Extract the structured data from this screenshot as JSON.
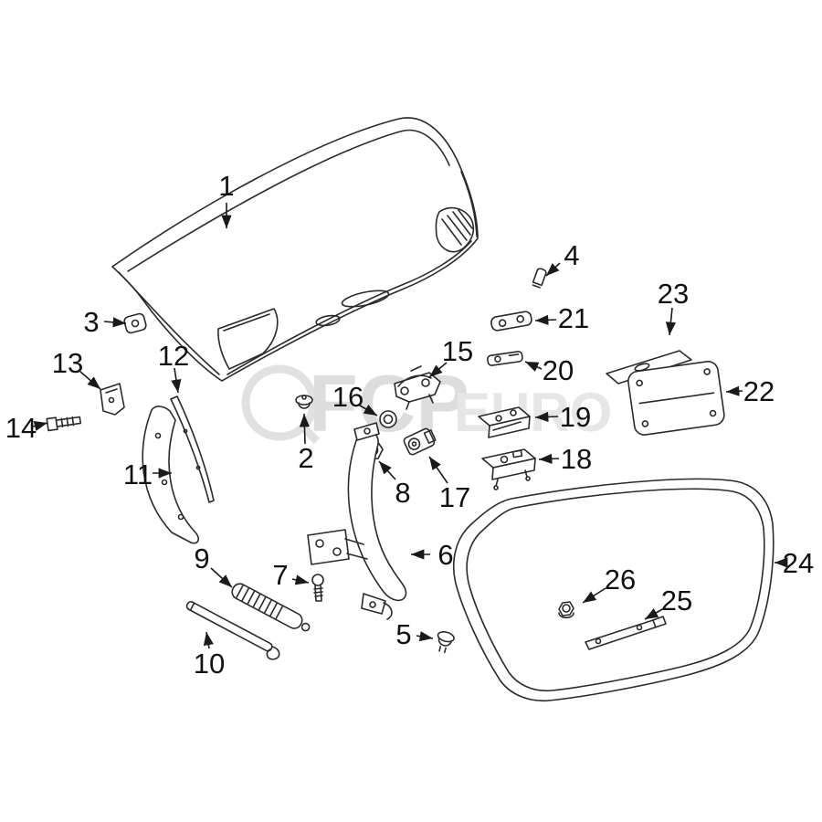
{
  "watermark": {
    "fcp": "FCP",
    "euro": "EURO"
  },
  "colors": {
    "line": "#2a2a2a",
    "label": "#111111",
    "watermark": "#d8d8d8",
    "background": "#ffffff"
  },
  "labels": [
    "1",
    "2",
    "3",
    "4",
    "5",
    "6",
    "7",
    "8",
    "9",
    "10",
    "11",
    "12",
    "13",
    "14",
    "15",
    "16",
    "17",
    "18",
    "19",
    "20",
    "21",
    "22",
    "23",
    "24",
    "25",
    "26"
  ]
}
